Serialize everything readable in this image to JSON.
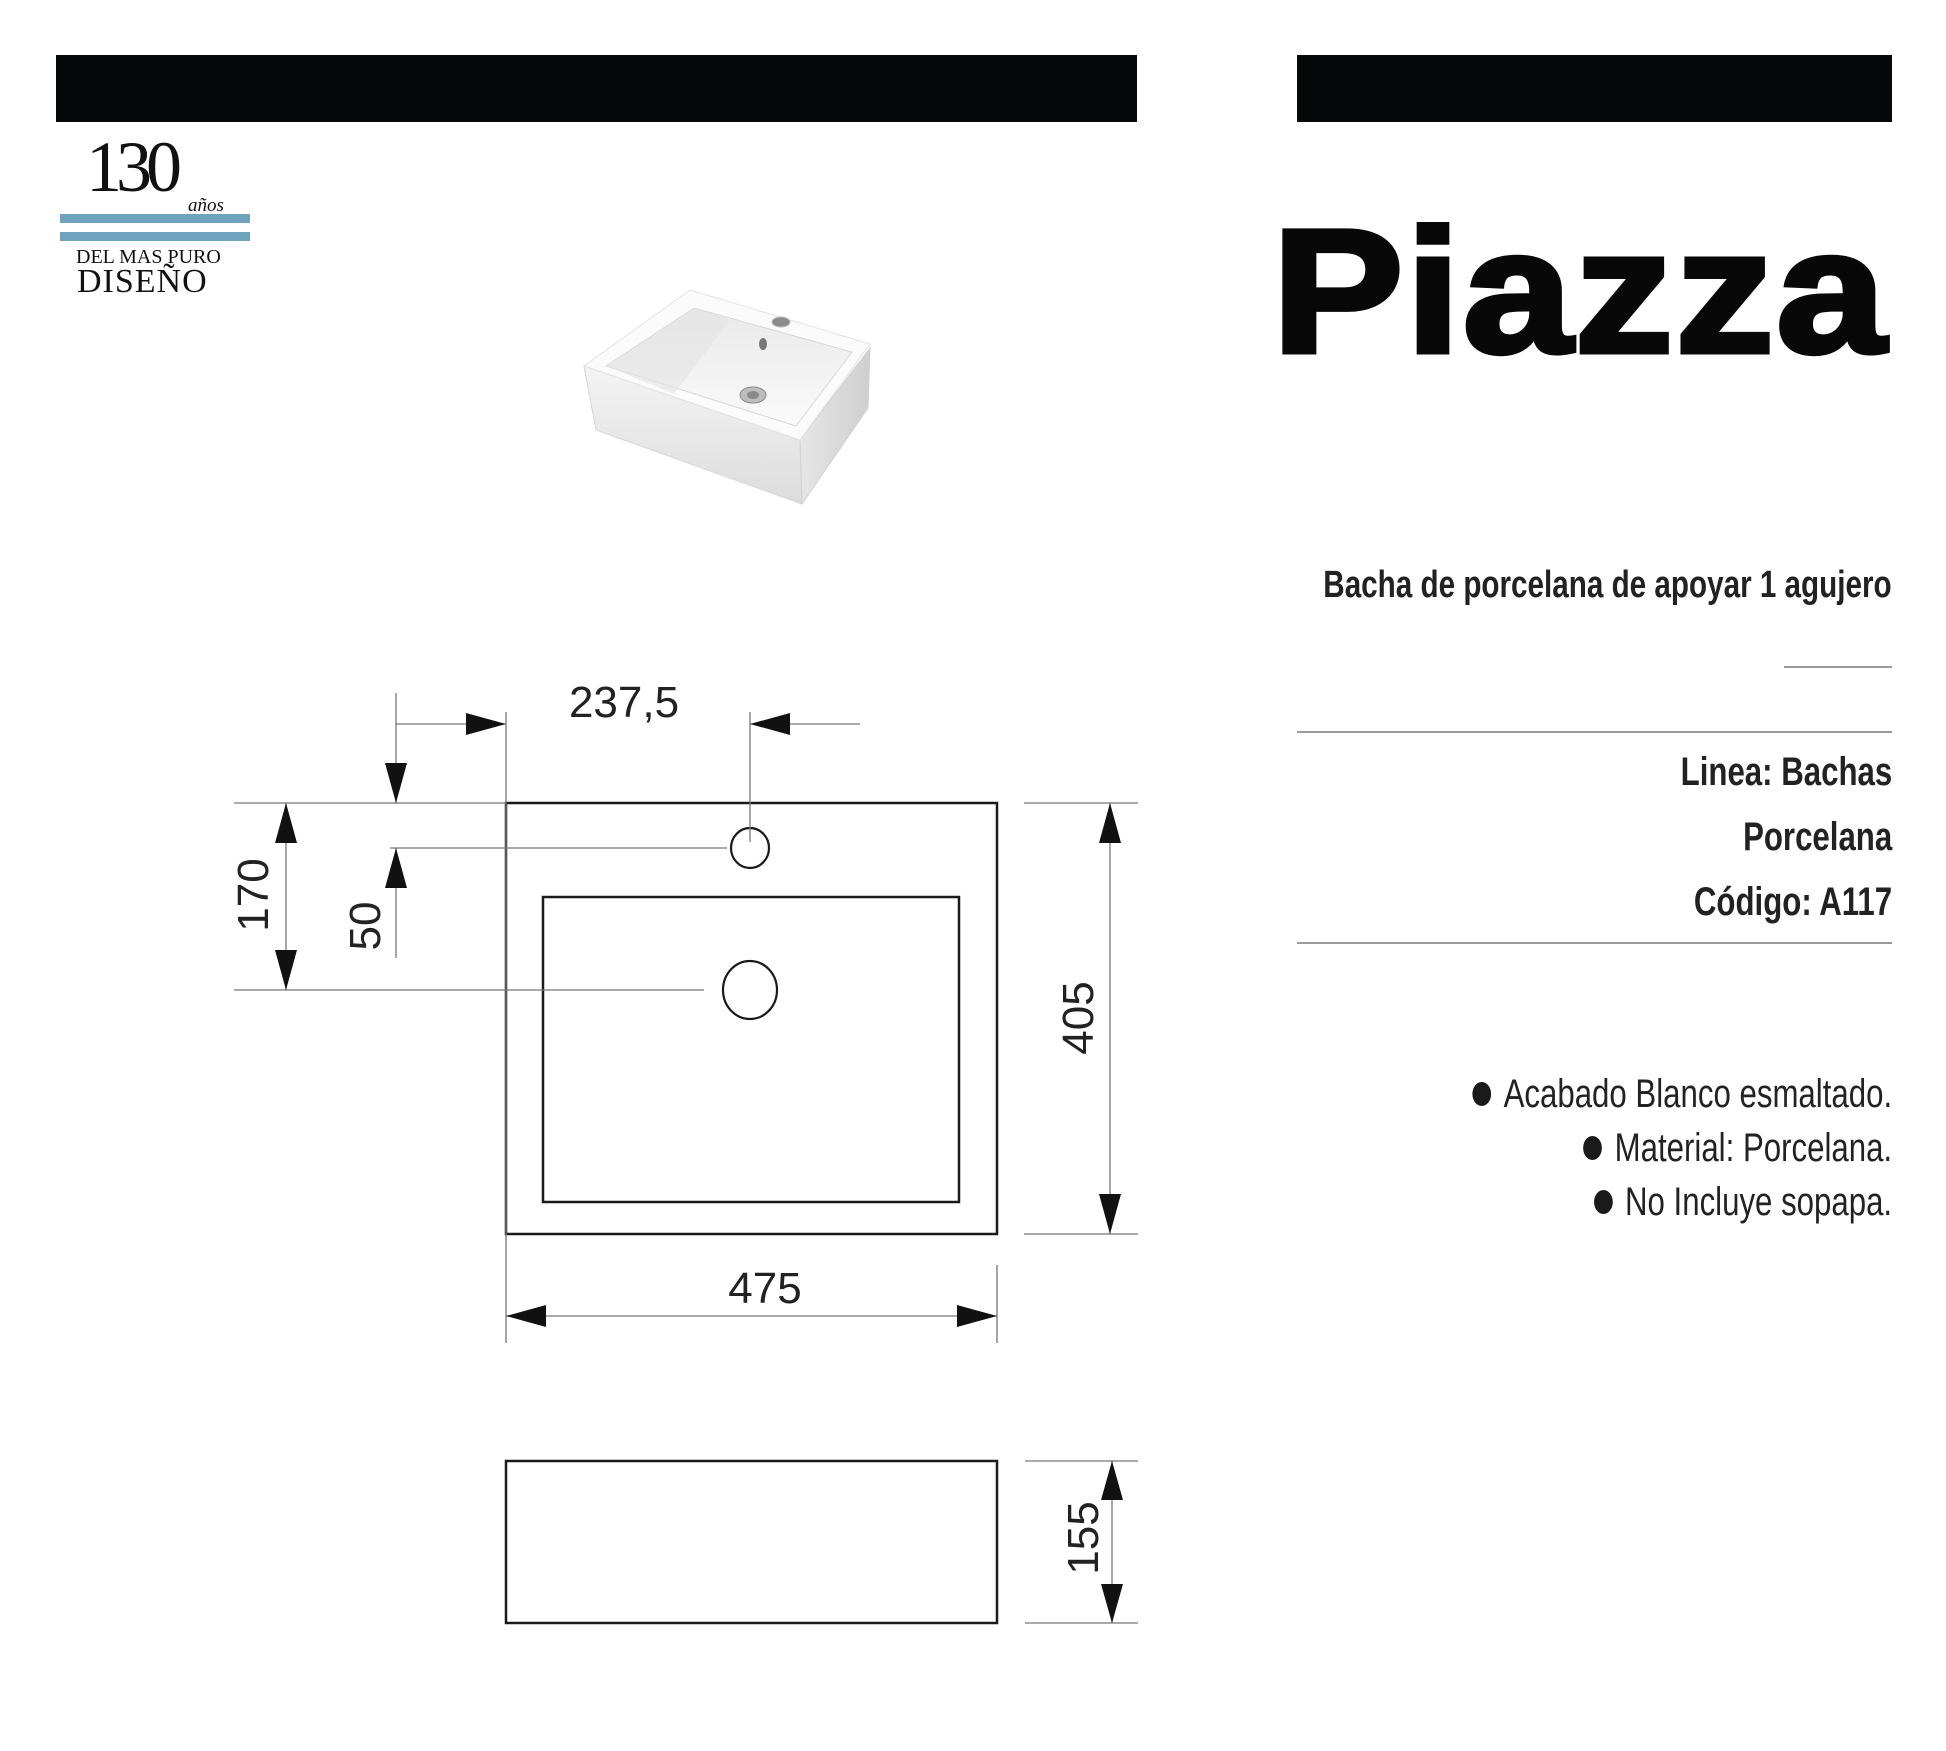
{
  "header": {
    "left_bar_color": "#070809",
    "right_bar_color": "#070809"
  },
  "logo": {
    "number": "130",
    "years_label": "años",
    "line1": "DEL MAS PURO",
    "line2": "DISEÑO",
    "stripe_color": "#6fa3bd"
  },
  "product": {
    "name": "Piazza",
    "subtitle": "Bacha de porcelana de apoyar 1 agujero",
    "photo_alt": "white-rectangular-porcelain-vessel-sink",
    "specs": {
      "linea": "Linea: Bachas",
      "material": "Porcelana",
      "codigo": "Código: A117"
    },
    "features": [
      "Acabado Blanco esmaltado.",
      "Material: Porcelana.",
      "No Incluye sopapa."
    ]
  },
  "drawing": {
    "top_view": {
      "faucet_hole_offset_x": "237,5",
      "drain_offset_y": "170",
      "faucet_hole_offset_y": "50",
      "depth": "405",
      "width": "475"
    },
    "side_view": {
      "height": "155"
    }
  }
}
